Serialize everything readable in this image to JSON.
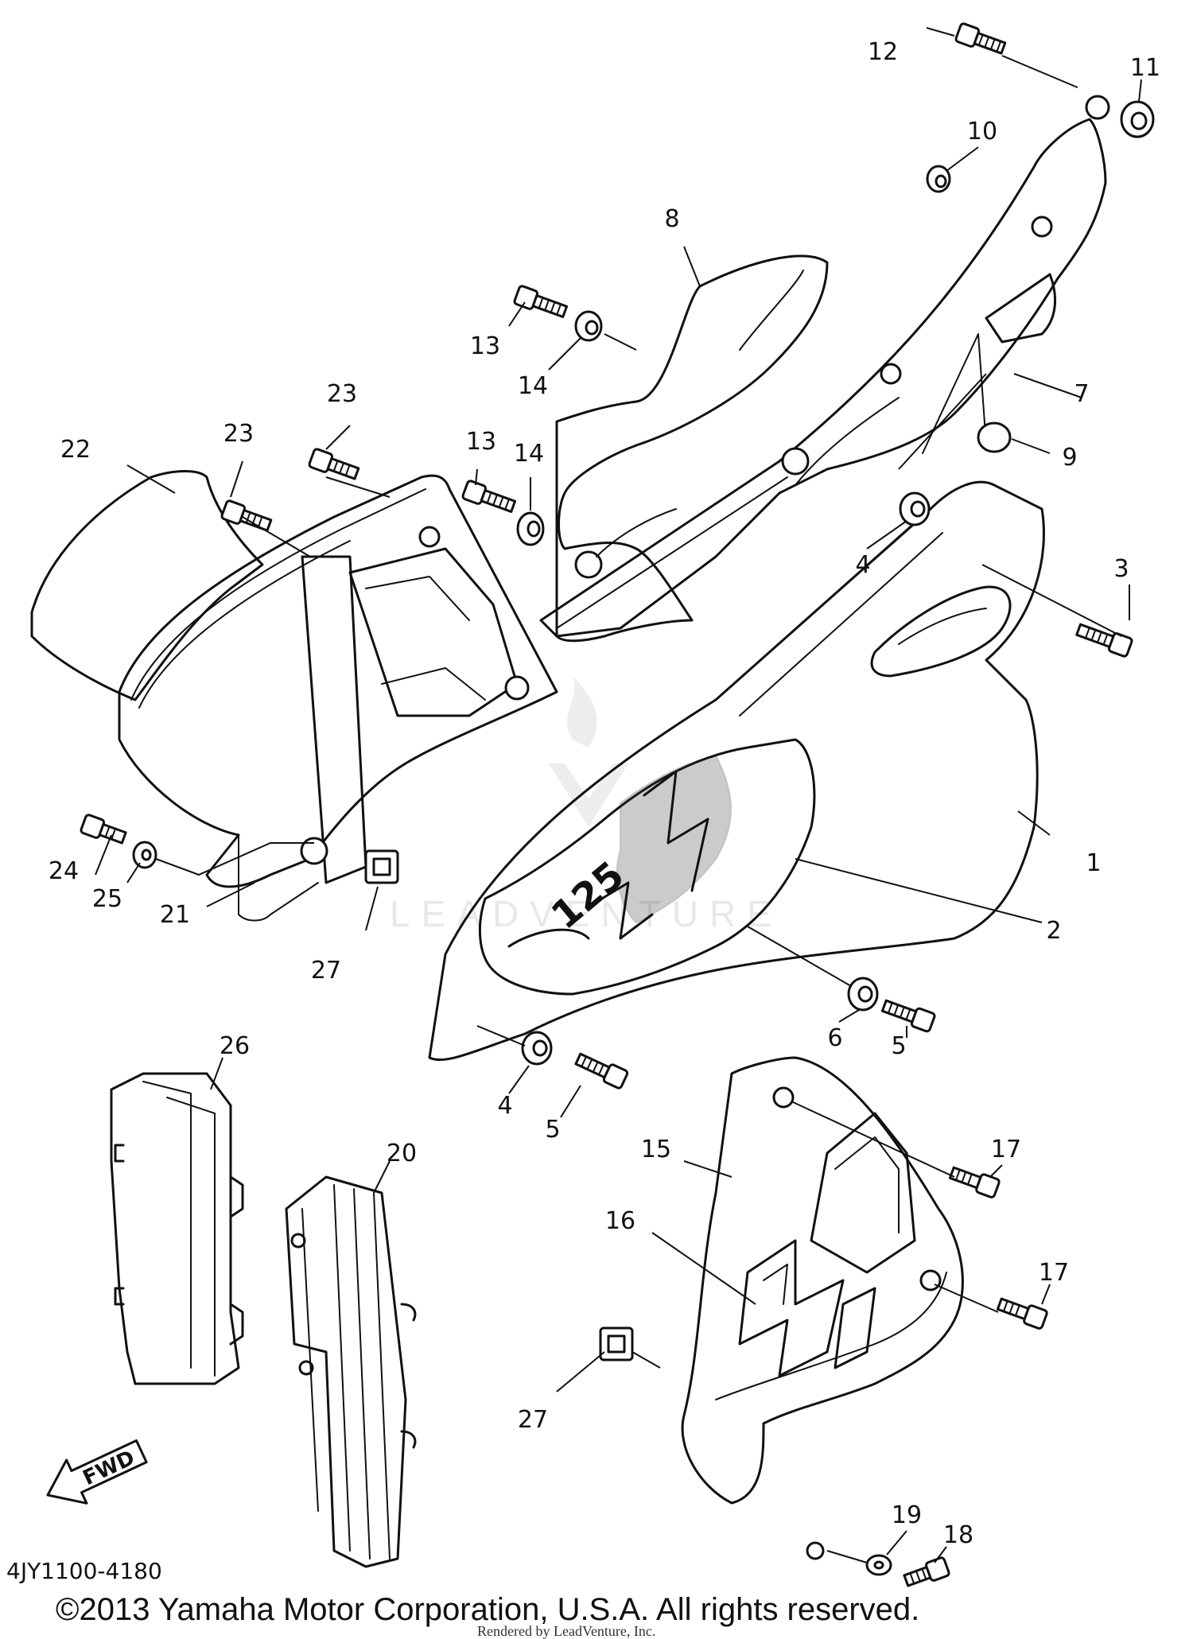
{
  "diagram": {
    "callouts": [
      "1",
      "2",
      "3",
      "4",
      "4",
      "5",
      "5",
      "6",
      "7",
      "8",
      "9",
      "10",
      "11",
      "12",
      "13",
      "13",
      "14",
      "14",
      "15",
      "16",
      "17",
      "17",
      "18",
      "19",
      "20",
      "21",
      "22",
      "23",
      "23",
      "24",
      "25",
      "26",
      "27",
      "27"
    ],
    "fwd_label": "FWD",
    "drawing_code": "4JY1100-4180",
    "decal_text": "125",
    "watermark_text": "LEADVENTURE"
  },
  "footer": {
    "copyright": "©2013 Yamaha Motor Corporation, U.S.A. All rights reserved.",
    "rendered_by": "Rendered by LeadVenture, Inc."
  }
}
